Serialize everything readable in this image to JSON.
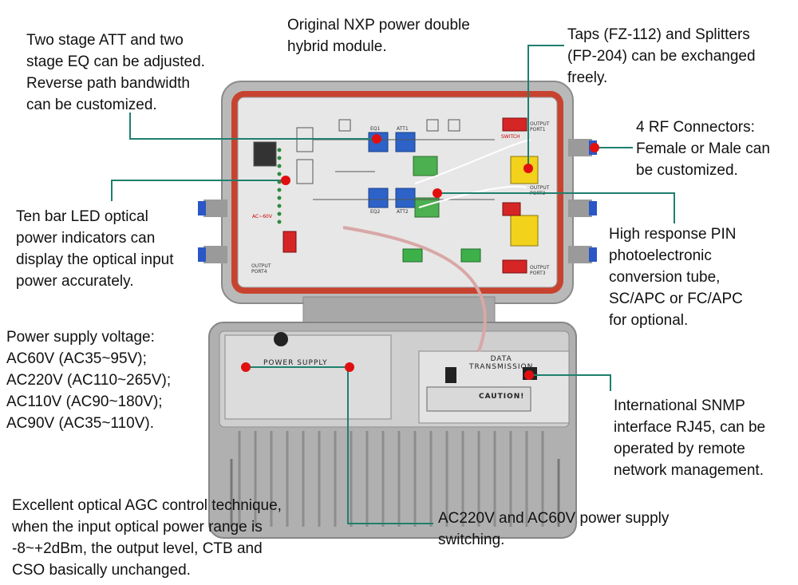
{
  "callouts": {
    "att_eq": "Two stage ATT and two\nstage EQ can be adjusted.\nReverse path bandwidth\ncan be customized.",
    "nxp": "Original NXP power double\nhybrid module.",
    "taps": "Taps (FZ-112) and Splitters\n(FP-204) can be exchanged\nfreely.",
    "rf": "4 RF Connectors:\nFemale or Male can\nbe customized.",
    "led": "Ten bar LED optical\npower indicators can\ndisplay the optical input\npower accurately.",
    "pin": "High response PIN\nphotoelectronic\nconversion tube,\nSC/APC or FC/APC\nfor optional.",
    "power": "Power supply voltage:\nAC60V (AC35~95V);\nAC220V (AC110~265V);\nAC110V (AC90~180V);\nAC90V (AC35~110V).",
    "snmp": "International SNMP\ninterface RJ45, can be\noperated by remote\nnetwork management.",
    "agc": "Excellent optical AGC control technique,\nwhen the input optical power range is\n-8~+2dBm, the output level, CTB and\nCSO basically unchanged.",
    "switching": "AC220V and AC60V power supply\nswitching."
  },
  "panel_labels": {
    "eq1": "EQ1",
    "att1": "ATT1",
    "eq2": "EQ2",
    "att2": "ATT2",
    "output_port1": "OUTPUT\nPORT1",
    "output_port2": "OUTPUT\nPORT2",
    "output_port3": "OUTPUT\nPORT3",
    "output_port4": "OUTPUT\nPORT4",
    "switch": "SWITCH",
    "ac60v": "AC~60V",
    "power_supply": "POWER   SUPPLY",
    "data_transmission": "DATA\nTRANSMISSION",
    "caution": "CAUTION!"
  },
  "colors": {
    "leader": "#1f7f6e",
    "dot": "#e01010",
    "gasket": "#c8432f",
    "housing": "#b8b8b8",
    "panel": "#e6e6e6"
  }
}
